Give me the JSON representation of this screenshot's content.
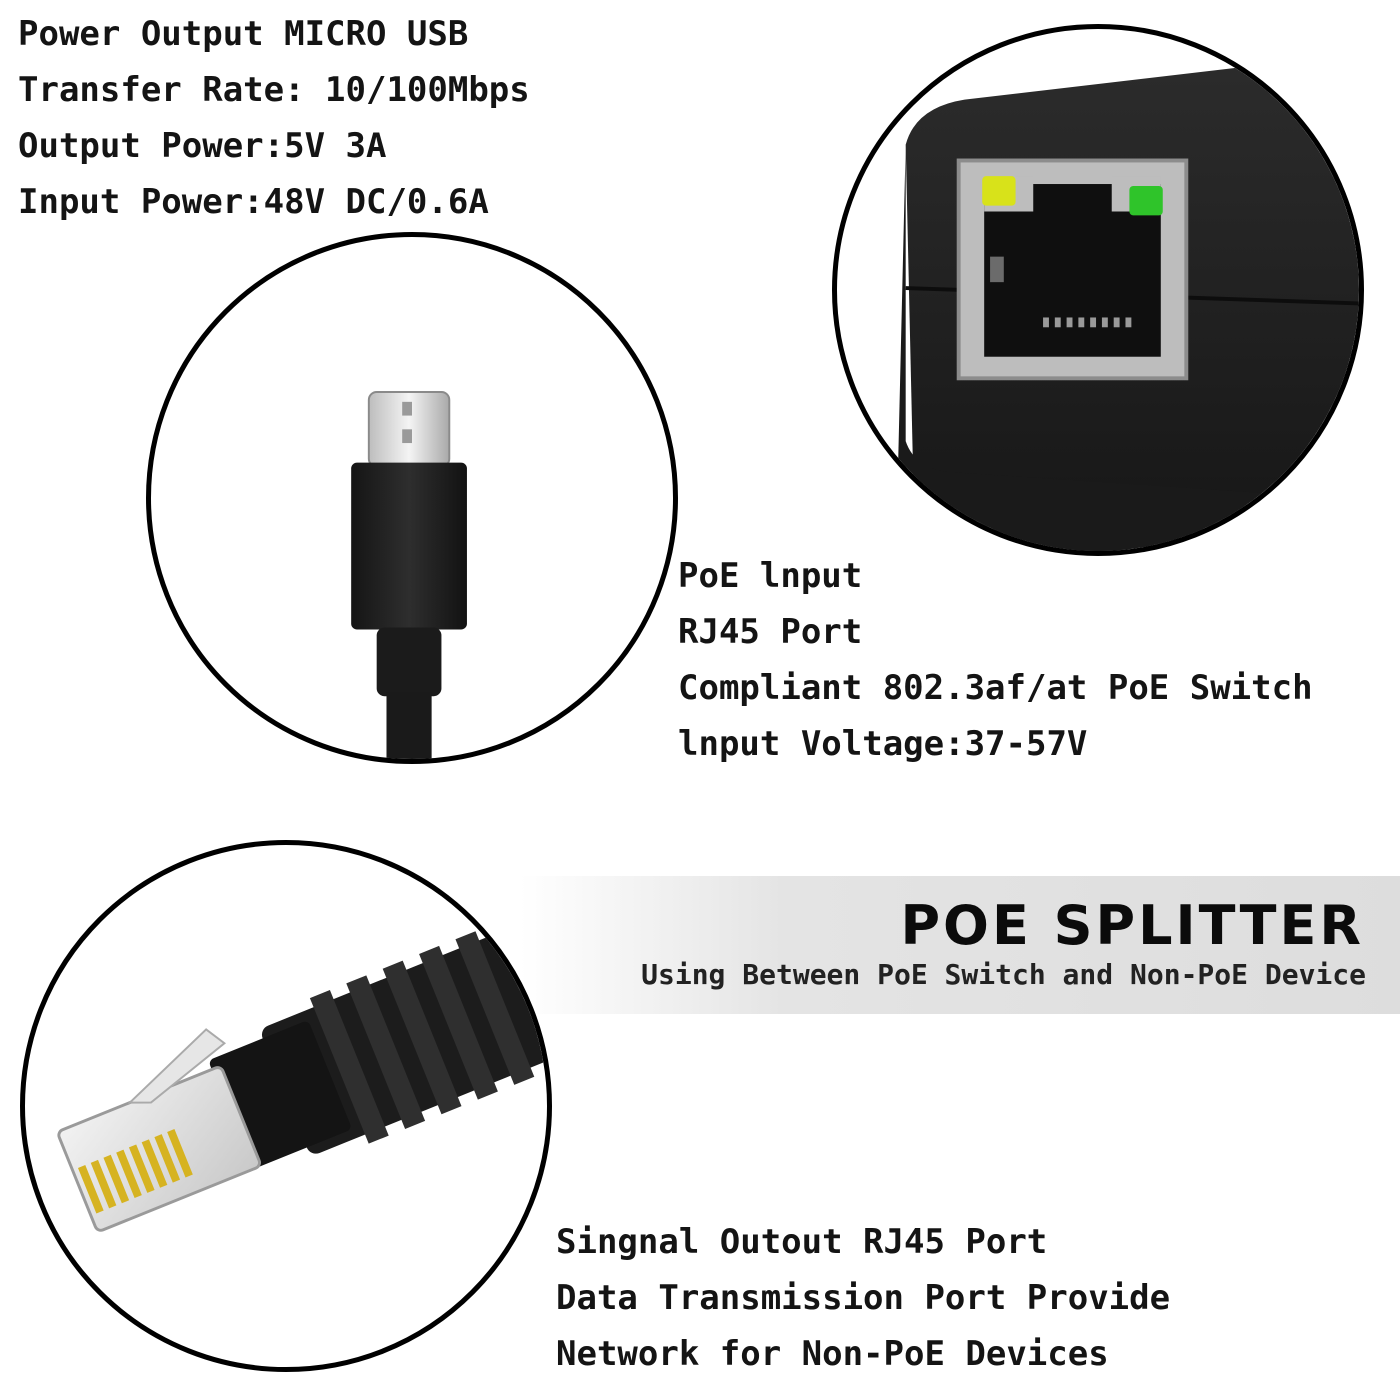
{
  "top_specs": [
    "Power Output MICRO USB",
    "Transfer Rate: 10/100Mbps",
    "Output Power:5V 3A",
    "Input Power:48V DC/0.6A"
  ],
  "poe_input_specs": [
    "PoE lnput",
    "RJ45 Port",
    "Compliant 802.3af/at PoE Switch",
    "lnput Voltage:37-57V"
  ],
  "banner": {
    "title": "POE SPLITTER",
    "subtitle": "Using Between PoE Switch and Non-PoE Device"
  },
  "output_specs": [
    "Singnal Outout RJ45 Port",
    "Data Transmission Port Provide",
    "Network for Non-PoE Devices"
  ],
  "colors": {
    "led_yellow": "#d8e21a",
    "led_green": "#2fc42a",
    "device_black": "#1e1e1e",
    "banner_gray": "#dddddd"
  }
}
